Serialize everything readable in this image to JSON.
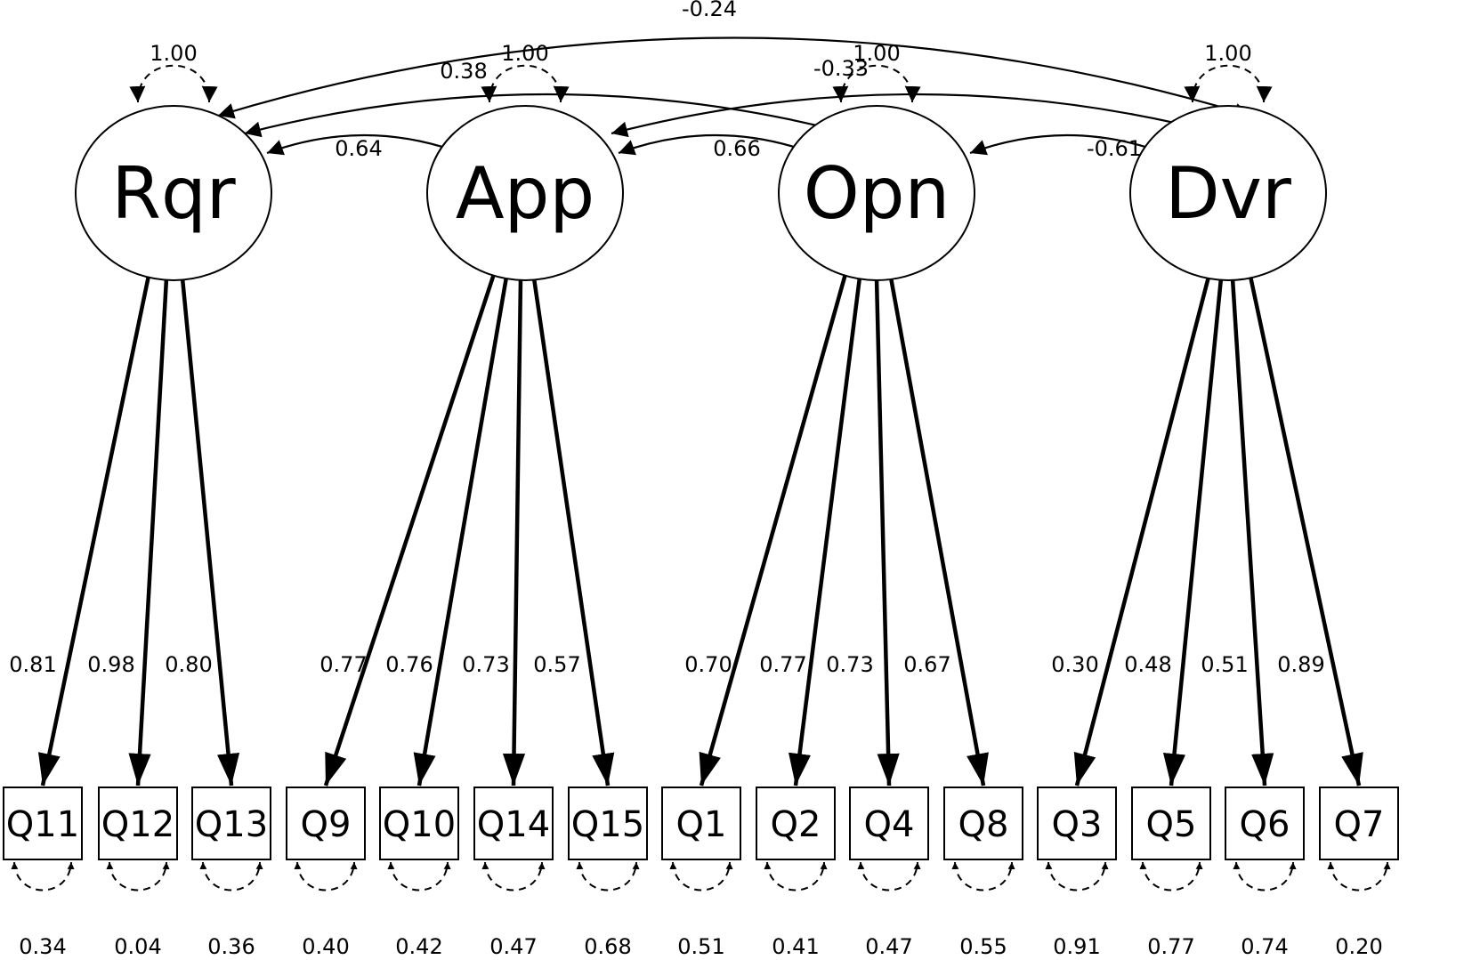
{
  "factors": [
    {
      "label": "Rqr",
      "variance": "1.00"
    },
    {
      "label": "App",
      "variance": "1.00"
    },
    {
      "label": "Opn",
      "variance": "1.00"
    },
    {
      "label": "Dvr",
      "variance": "1.00"
    }
  ],
  "items": [
    {
      "label": "Q11",
      "loading": "0.81",
      "residual": "0.34"
    },
    {
      "label": "Q12",
      "loading": "0.98",
      "residual": "0.04"
    },
    {
      "label": "Q13",
      "loading": "0.80",
      "residual": "0.36"
    },
    {
      "label": "Q9",
      "loading": "0.77",
      "residual": "0.40"
    },
    {
      "label": "Q10",
      "loading": "0.76",
      "residual": "0.42"
    },
    {
      "label": "Q14",
      "loading": "0.73",
      "residual": "0.47"
    },
    {
      "label": "Q15",
      "loading": "0.57",
      "residual": "0.68"
    },
    {
      "label": "Q1",
      "loading": "0.70",
      "residual": "0.51"
    },
    {
      "label": "Q2",
      "loading": "0.77",
      "residual": "0.41"
    },
    {
      "label": "Q4",
      "loading": "0.73",
      "residual": "0.47"
    },
    {
      "label": "Q8",
      "loading": "0.67",
      "residual": "0.55"
    },
    {
      "label": "Q3",
      "loading": "0.30",
      "residual": "0.91"
    },
    {
      "label": "Q5",
      "loading": "0.48",
      "residual": "0.77"
    },
    {
      "label": "Q6",
      "loading": "0.51",
      "residual": "0.74"
    },
    {
      "label": "Q7",
      "loading": "0.89",
      "residual": "0.20"
    }
  ],
  "covariances": [
    {
      "from": "Rqr",
      "to": "App",
      "value": "0.64"
    },
    {
      "from": "App",
      "to": "Opn",
      "value": "0.66"
    },
    {
      "from": "Opn",
      "to": "Dvr",
      "value": "-0.61"
    },
    {
      "from": "Rqr",
      "to": "Opn",
      "value": "0.38"
    },
    {
      "from": "App",
      "to": "Dvr",
      "value": "-0.33"
    },
    {
      "from": "Rqr",
      "to": "Dvr",
      "value": "-0.24"
    }
  ]
}
